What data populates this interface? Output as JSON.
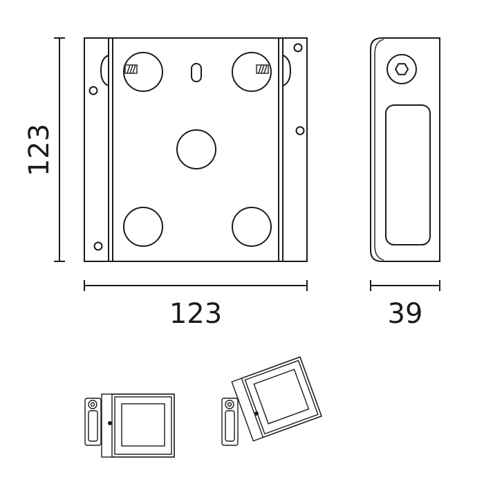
{
  "dimensions": {
    "height_label": "123",
    "width_label": "123",
    "depth_label": "39"
  }
}
